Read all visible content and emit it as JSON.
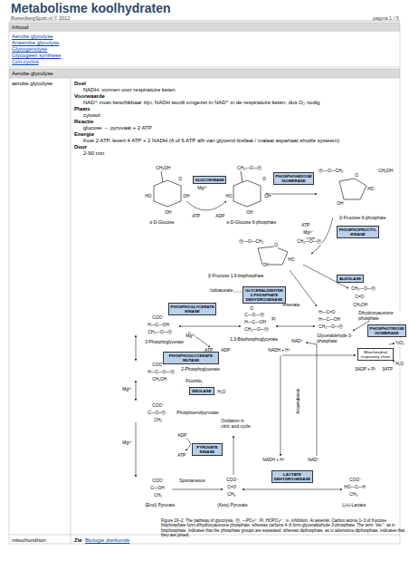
{
  "diagram": {
    "title": "Metabolisme koolhydraten",
    "caption": "Figure 19–2. The pathway of glycolysis. Ⓟ, —PO₃²⁻; Pi, HOPO₃²⁻; ⊖, inhibition. At asterisk: Carbon atoms 1–3 of fructose bisphosphate form dihydroxyacetone phosphate, whereas carbons 4–6 form glyceraldehyde 3-phosphate. The term “bis-”, as in bisphosphate, indicates that the phosphate groups are separated, whereas diphosphate, as in adenosine diphosphate, indicates that they are joined.",
    "nodes": [
      {
        "text": [
          "GLUCOKINASE"
        ]
      },
      {
        "text": [
          "PHOSPHOHEXOSE ISOMERASE"
        ]
      },
      {
        "text": [
          "PHOSPHOFRUCTO-KINASE"
        ]
      },
      {
        "text": [
          "ALDOLASE"
        ]
      },
      {
        "text": [
          "GLYCERALDEHYDE 3-PHOSPHATE DEHYDROGENASE"
        ]
      },
      {
        "text": [
          "PHOSPHOGLYCERATE KINASE"
        ]
      },
      {
        "text": [
          "PHOSPHOTRIOSE ISOMERASE"
        ]
      },
      {
        "text": [
          "Mitochondrial respiratory chain"
        ]
      },
      {
        "text": [
          "PHOSPHOGLYCERATE MUTASE"
        ]
      },
      {
        "text": [
          "ENOLASE"
        ]
      },
      {
        "text": [
          "PYRUVATE KINASE"
        ]
      },
      {
        "text": [
          "LACTATE DEHYDROGENASE"
        ]
      }
    ],
    "labels": [
      "RozenbergSport.nl © 2012",
      "pagina 1 / 5",
      "Inhoud",
      "Aerobe glycolyse",
      "Anaerobe glycolyse",
      "Glycogenolyse",
      "Glycogeen synthese",
      "Cori-cyclus",
      "Aerobe glycolyse",
      "aerobe glycolyse",
      "Doel",
      "NADH, vormen voor respiratoire keten",
      "Voorwaarde",
      "NAD⁺ moet beschikbaar zijn, NADH wordt omgezet in NAD⁺ in de respiratoire keten, dus O₂ nodig",
      "Plaats",
      "cytosol",
      "Reactie",
      "glucose → pyruvaat + 2 ATP",
      "Energie",
      "Kost 2 ATP, levert 4 ATP + 2 NADH (4 of 6 ATP afh van glycerol-fosfaat / malaat aspartaat shuttle systeem)",
      "Duur",
      "2-90 min",
      "CH₂OH",
      "O",
      "HO",
      "OH",
      "OH",
      "α-D-Glucose",
      "Mg²⁺",
      "ATP",
      "ADP",
      "CH₂—O—Ⓟ",
      "O",
      "HO",
      "OH",
      "OH",
      "α-D-Glucose 6-phosphate",
      "Ⓟ—O—CH₂",
      "O",
      "CH₂OH",
      "HO",
      "OH",
      "β-Fructose 6-phosphate",
      "ATP",
      "Mg²⁺",
      "ADP",
      "Ⓟ—O—CH₂",
      "O",
      "CH₂—O—Ⓟ",
      "HO",
      "OH",
      "β-Fructose 1,6-bisphosphate",
      "CH₂—O—Ⓟ",
      "C=O",
      "CH₂OH",
      "Dihydroxyacetone phosphate",
      "Iodoacetate",
      "Arsenate",
      "H—C=O",
      "H—C—OH",
      "CH₂—O—Ⓟ",
      "Glyceraldehyde 3-phosphate",
      "½O₂",
      "H₂O",
      "3ADP + Pi",
      "3ATP",
      "O",
      "C—O—Ⓟ",
      "H—C—OH",
      "CH₂—O—Ⓟ",
      "Pi",
      "NAD⁺",
      "NADH + H⁺",
      "1,3-Bisphosphoglycerate",
      "Mg²⁺",
      "ATP",
      "ADP",
      "COO⁻",
      "H—C—OH",
      "CH₂—O—Ⓟ",
      "3-Phosphoglycerate",
      "COO⁻",
      "H—C—O—Ⓟ",
      "CH₂OH",
      "2-Phosphoglycerate",
      "Fluoride",
      "Mg²⁺",
      "H₂O",
      "COO⁻",
      "C—O~Ⓟ",
      "CH₂",
      "Phosphoenolpyruvate",
      "Oxidation in citric acid cycle",
      "Anaerobiosis",
      "Mg²⁺",
      "ADP",
      "ATP",
      "COO⁻",
      "C—OH",
      "CH₂",
      "(Enol) Pyruvate",
      "Spontaneous",
      "COO⁻",
      "C=O",
      "CH₃",
      "(Keto) Pyruvate",
      "NADH + H⁺",
      "NAD⁺",
      "COO⁻",
      "HO—C—H",
      "CH₃",
      "L(+)-Lactate",
      "mitochondrion",
      "Zie",
      "Biologie dierkunde"
    ]
  }
}
